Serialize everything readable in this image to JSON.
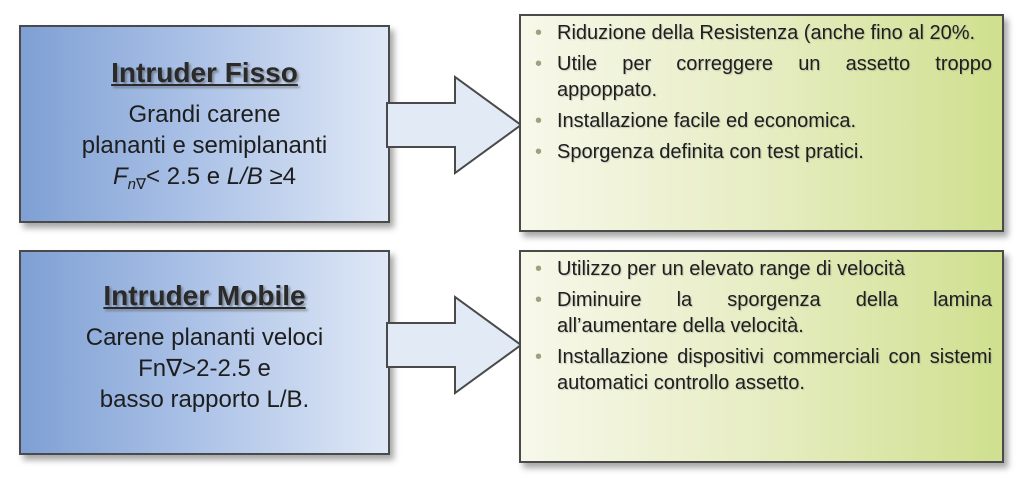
{
  "blocks": [
    {
      "title": "Intruder Fisso",
      "lines": [
        "Grandi carene",
        "plananti e semiplananti"
      ],
      "formula": {
        "f": "F",
        "sub": "n∇",
        "lt": "< 2.5 e ",
        "lb": "L/B",
        "ge": " ≥4"
      },
      "bullets": [
        "Riduzione della Resistenza (anche fino al 20%.",
        "Utile per correggere un assetto troppo appoppato.",
        "Installazione facile ed economica.",
        "Sporgenza definita con test pratici."
      ]
    },
    {
      "title": "Intruder Mobile",
      "lines": [
        "Carene plananti veloci",
        "Fn∇>2-2.5 e",
        "basso rapporto L/B."
      ],
      "bullets": [
        "Utilizzo per un elevato range di velocità",
        "Diminuire la sporgenza della lamina all’aumentare della velocità.",
        "Installazione dispositivi commerciali con sistemi automatici controllo assetto."
      ]
    }
  ],
  "bullet_glyph": "•",
  "colors": {
    "left_fill": "#a9c0e6",
    "right_fill": "#e7edc3",
    "arrow_fill": "#e2eaf6",
    "border": "#4a4a4a"
  }
}
